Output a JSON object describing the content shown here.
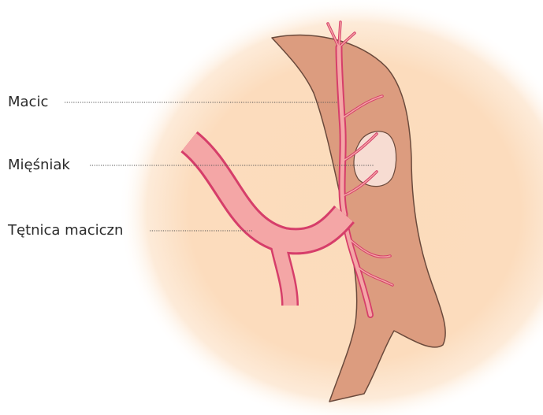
{
  "labels": {
    "uterus": "Macic",
    "fibroid": "Mięśniak",
    "artery": "Tętnica maciczn"
  },
  "colors": {
    "background_glow": "#fbdcbc",
    "uterus_fill": "#dc9c7f",
    "uterus_stroke": "#6b4a3c",
    "artery_fill": "#f4a6a6",
    "artery_edge": "#d63e6a",
    "fibroid_fill": "#f7dcd2",
    "leader_line": "#555555",
    "text": "#2b2b2b"
  }
}
